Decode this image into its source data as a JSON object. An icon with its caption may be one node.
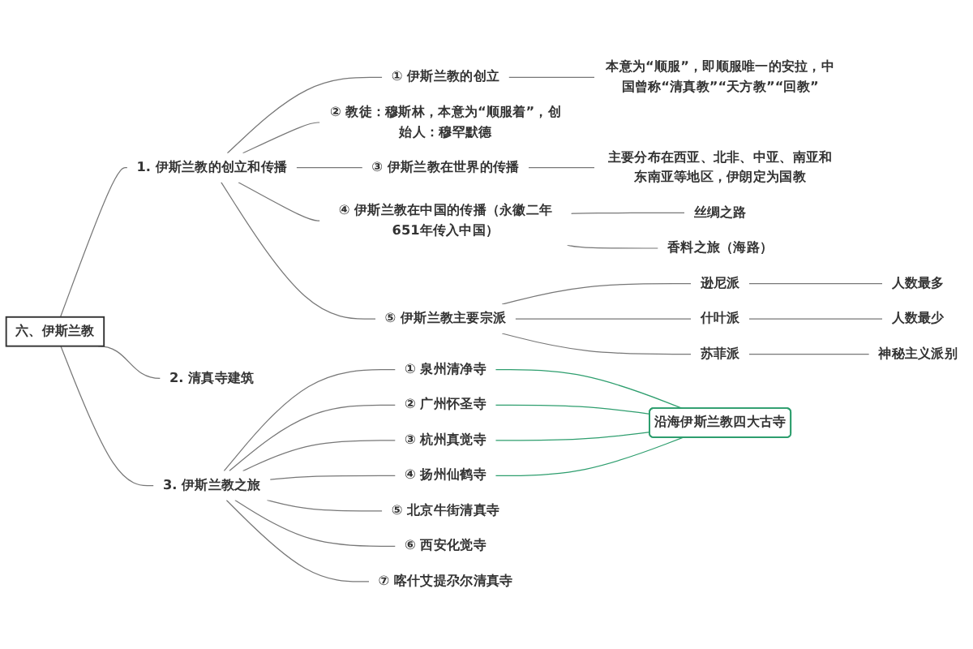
{
  "diagram": {
    "nodes": [
      {
        "text": [
          "六、伊斯兰教"
        ]
      },
      {
        "text": [
          "1. 伊斯兰教的创立和传播"
        ]
      },
      {
        "text": [
          "① 伊斯兰教的创立"
        ]
      },
      {
        "text": [
          "本意为“顺服”，即顺服唯一的安拉，中国曾称“清真教”“天方教”“回教”"
        ]
      },
      {
        "text": [
          "② 教徒：穆斯林，本意为“顺服着”，创始人：穆罕默德"
        ]
      },
      {
        "text": [
          "③ 伊斯兰教在世界的传播"
        ]
      },
      {
        "text": [
          "主要分布在西亚、北非、中亚、南亚和东南亚等地区，伊朗定为国教"
        ]
      },
      {
        "text": [
          "④ 伊斯兰教在中国的传播（永徽二年651年传入中国）"
        ]
      },
      {
        "text": [
          "丝绸之路"
        ]
      },
      {
        "text": [
          "香料之旅（海路）"
        ]
      },
      {
        "text": [
          "⑤ 伊斯兰教主要宗派"
        ]
      },
      {
        "text": [
          "逊尼派"
        ]
      },
      {
        "text": [
          "人数最多"
        ]
      },
      {
        "text": [
          "什叶派"
        ]
      },
      {
        "text": [
          "人数最少"
        ]
      },
      {
        "text": [
          "苏菲派"
        ]
      },
      {
        "text": [
          "神秘主义派别"
        ]
      },
      {
        "text": [
          "2. 清真寺建筑"
        ]
      },
      {
        "text": [
          "3. 伊斯兰教之旅"
        ]
      },
      {
        "text": [
          "① 泉州清净寺"
        ]
      },
      {
        "text": [
          "② 广州怀圣寺"
        ]
      },
      {
        "text": [
          "③ 杭州真觉寺"
        ]
      },
      {
        "text": [
          "④ 扬州仙鹤寺"
        ]
      },
      {
        "text": [
          "⑤ 北京牛街清真寺"
        ]
      },
      {
        "text": [
          "⑥ 西安化觉寺"
        ]
      },
      {
        "text": [
          "⑦ 喀什艾提尕尔清真寺"
        ]
      },
      {
        "text": [
          "沿海伊斯兰教四大古寺"
        ]
      }
    ],
    "edges": [
      {
        "from": 0,
        "to": 1,
        "arrow": "none"
      },
      {
        "from": 1,
        "to": 2,
        "arrow": "none"
      },
      {
        "from": 2,
        "to": 3,
        "arrow": "none"
      },
      {
        "from": 1,
        "to": 4,
        "arrow": "none"
      },
      {
        "from": 1,
        "to": 5,
        "arrow": "none"
      },
      {
        "from": 5,
        "to": 6,
        "arrow": "none"
      },
      {
        "from": 1,
        "to": 7,
        "arrow": "none"
      },
      {
        "from": 7,
        "to": 8,
        "arrow": "none"
      },
      {
        "from": 7,
        "to": 9,
        "arrow": "none"
      },
      {
        "from": 1,
        "to": 10,
        "arrow": "none"
      },
      {
        "from": 10,
        "to": 11,
        "arrow": "none"
      },
      {
        "from": 11,
        "to": 12,
        "arrow": "none"
      },
      {
        "from": 10,
        "to": 13,
        "arrow": "none"
      },
      {
        "from": 13,
        "to": 14,
        "arrow": "none"
      },
      {
        "from": 10,
        "to": 15,
        "arrow": "none"
      },
      {
        "from": 15,
        "to": 16,
        "arrow": "none"
      },
      {
        "from": 0,
        "to": 17,
        "arrow": "none"
      },
      {
        "from": 0,
        "to": 18,
        "arrow": "none"
      },
      {
        "from": 18,
        "to": 19,
        "arrow": "none"
      },
      {
        "from": 18,
        "to": 20,
        "arrow": "none"
      },
      {
        "from": 18,
        "to": 21,
        "arrow": "none"
      },
      {
        "from": 18,
        "to": 22,
        "arrow": "none"
      },
      {
        "from": 18,
        "to": 23,
        "arrow": "none"
      },
      {
        "from": 18,
        "to": 24,
        "arrow": "none"
      },
      {
        "from": 18,
        "to": 25,
        "arrow": "none"
      },
      {
        "from": 19,
        "to": 26,
        "arrow": "none",
        "color": "#2e9e6e"
      },
      {
        "from": 20,
        "to": 26,
        "arrow": "none",
        "color": "#2e9e6e"
      },
      {
        "from": 21,
        "to": 26,
        "arrow": "none",
        "color": "#2e9e6e"
      },
      {
        "from": 22,
        "to": 26,
        "arrow": "none",
        "color": "#2e9e6e"
      }
    ]
  }
}
